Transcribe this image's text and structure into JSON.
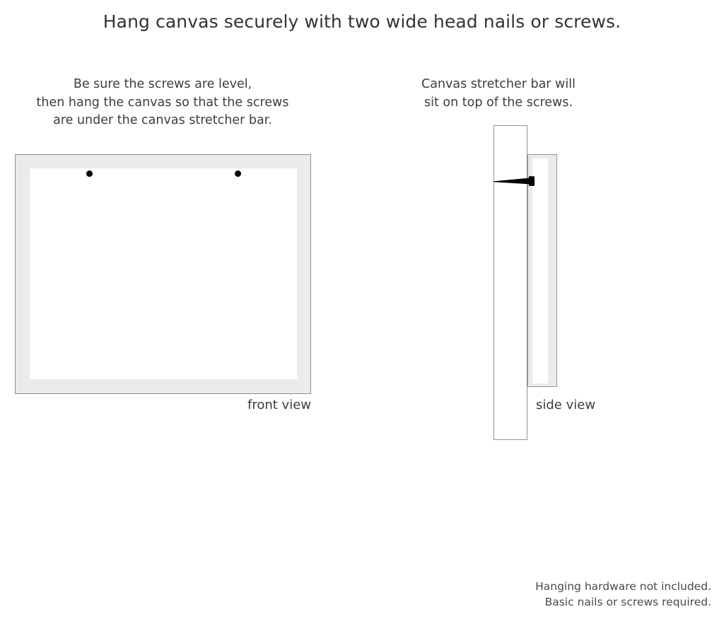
{
  "title": "Hang canvas securely with two wide head nails or screws.",
  "captions": {
    "left": {
      "line1": "Be sure the screws are level,",
      "line2": "then hang the canvas so that the screws",
      "line3": "are under the canvas stretcher bar."
    },
    "right": {
      "line1": "Canvas stretcher bar will",
      "line2": "sit on top of the screws."
    }
  },
  "labels": {
    "front_view": "front view",
    "side_view": "side view"
  },
  "footer": {
    "line1": "Hanging hardware not included.",
    "line2": "Basic nails or screws required."
  },
  "diagram": {
    "front_view": {
      "screw_count": 2,
      "screw_positions": [
        "left",
        "right"
      ]
    },
    "side_view": {
      "parts": [
        "wall",
        "canvas-stretcher-bar",
        "screw"
      ]
    }
  },
  "colors": {
    "frame_fill": "#ebebeb",
    "frame_border": "#8c8c8c",
    "canvas_white": "#ffffff",
    "screw_black": "#000000",
    "text": "#3d3d3d",
    "background": "#ffffff"
  }
}
